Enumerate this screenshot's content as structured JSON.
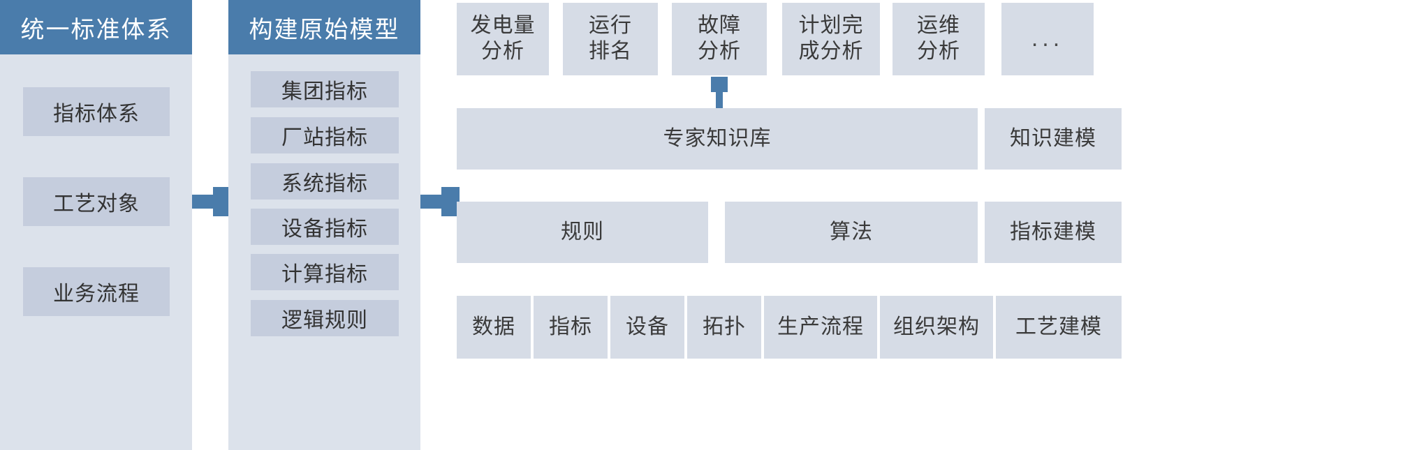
{
  "diagram": {
    "columns": [
      {
        "id": "unified-standard-system",
        "title": "统一标准体系",
        "items": [
          {
            "label": "指标体系"
          },
          {
            "label": "工艺对象"
          },
          {
            "label": "业务流程"
          }
        ]
      },
      {
        "id": "build-original-model",
        "title": "构建原始模型",
        "items": [
          {
            "label": "集团指标"
          },
          {
            "label": "厂站指标"
          },
          {
            "label": "系统指标"
          },
          {
            "label": "设备指标"
          },
          {
            "label": "计算指标"
          },
          {
            "label": "逻辑规则"
          }
        ]
      }
    ],
    "analysis_row": [
      {
        "label": "发电量\n分析"
      },
      {
        "label": "运行\n排名"
      },
      {
        "label": "故障\n分析"
      },
      {
        "label": "计划完\n成分析"
      },
      {
        "label": "运维\n分析"
      },
      {
        "label": "..."
      }
    ],
    "knowledge_row": [
      {
        "label": "专家知识库"
      },
      {
        "label": "知识建模"
      }
    ],
    "rules_row": [
      {
        "label": "规则"
      },
      {
        "label": "算法"
      },
      {
        "label": "指标建模"
      }
    ],
    "foundation_row": [
      {
        "label": "数据"
      },
      {
        "label": "指标"
      },
      {
        "label": "设备"
      },
      {
        "label": "拓扑"
      },
      {
        "label": "生产流程"
      },
      {
        "label": "组织架构"
      },
      {
        "label": "工艺建模"
      }
    ],
    "colors": {
      "header_blue": "#4a7cab",
      "panel_bg": "#dce2eb",
      "chip_bg": "#c5cddd",
      "tile_bg": "#d6dce6",
      "text_dark": "#3a3a3a",
      "text_light": "#ffffff"
    }
  }
}
